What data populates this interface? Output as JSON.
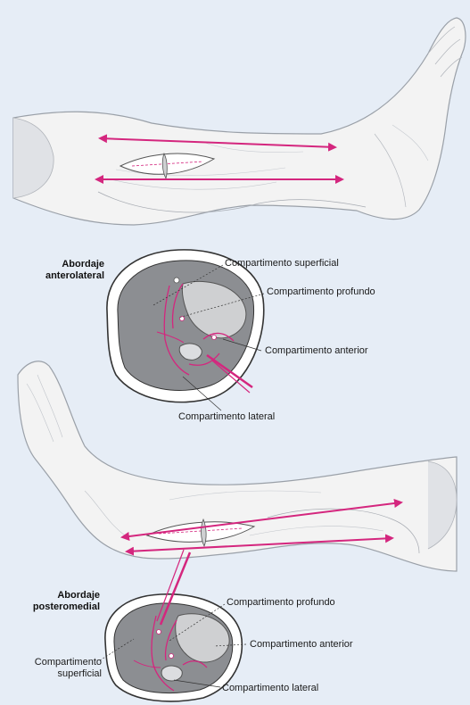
{
  "colors": {
    "background": "#e6edf6",
    "incision": "#d4267e",
    "skin": "#f3f3f3",
    "compartment": "#8c8e92",
    "bone": "#cfd0d2"
  },
  "top_approach": {
    "title_line1": "Abordaje",
    "title_line2": "anterolateral",
    "labels": {
      "superficial": "Compartimento superficial",
      "profundo": "Compartimento profundo",
      "anterior": "Compartimento anterior",
      "lateral": "Compartimento lateral"
    }
  },
  "bottom_approach": {
    "title_line1": "Abordaje",
    "title_line2": "posteromedial",
    "labels": {
      "profundo": "Compartimento profundo",
      "anterior": "Compartimento anterior",
      "superficial_line1": "Compartimento",
      "superficial_line2": "superficial",
      "lateral": "Compartimento lateral"
    }
  }
}
